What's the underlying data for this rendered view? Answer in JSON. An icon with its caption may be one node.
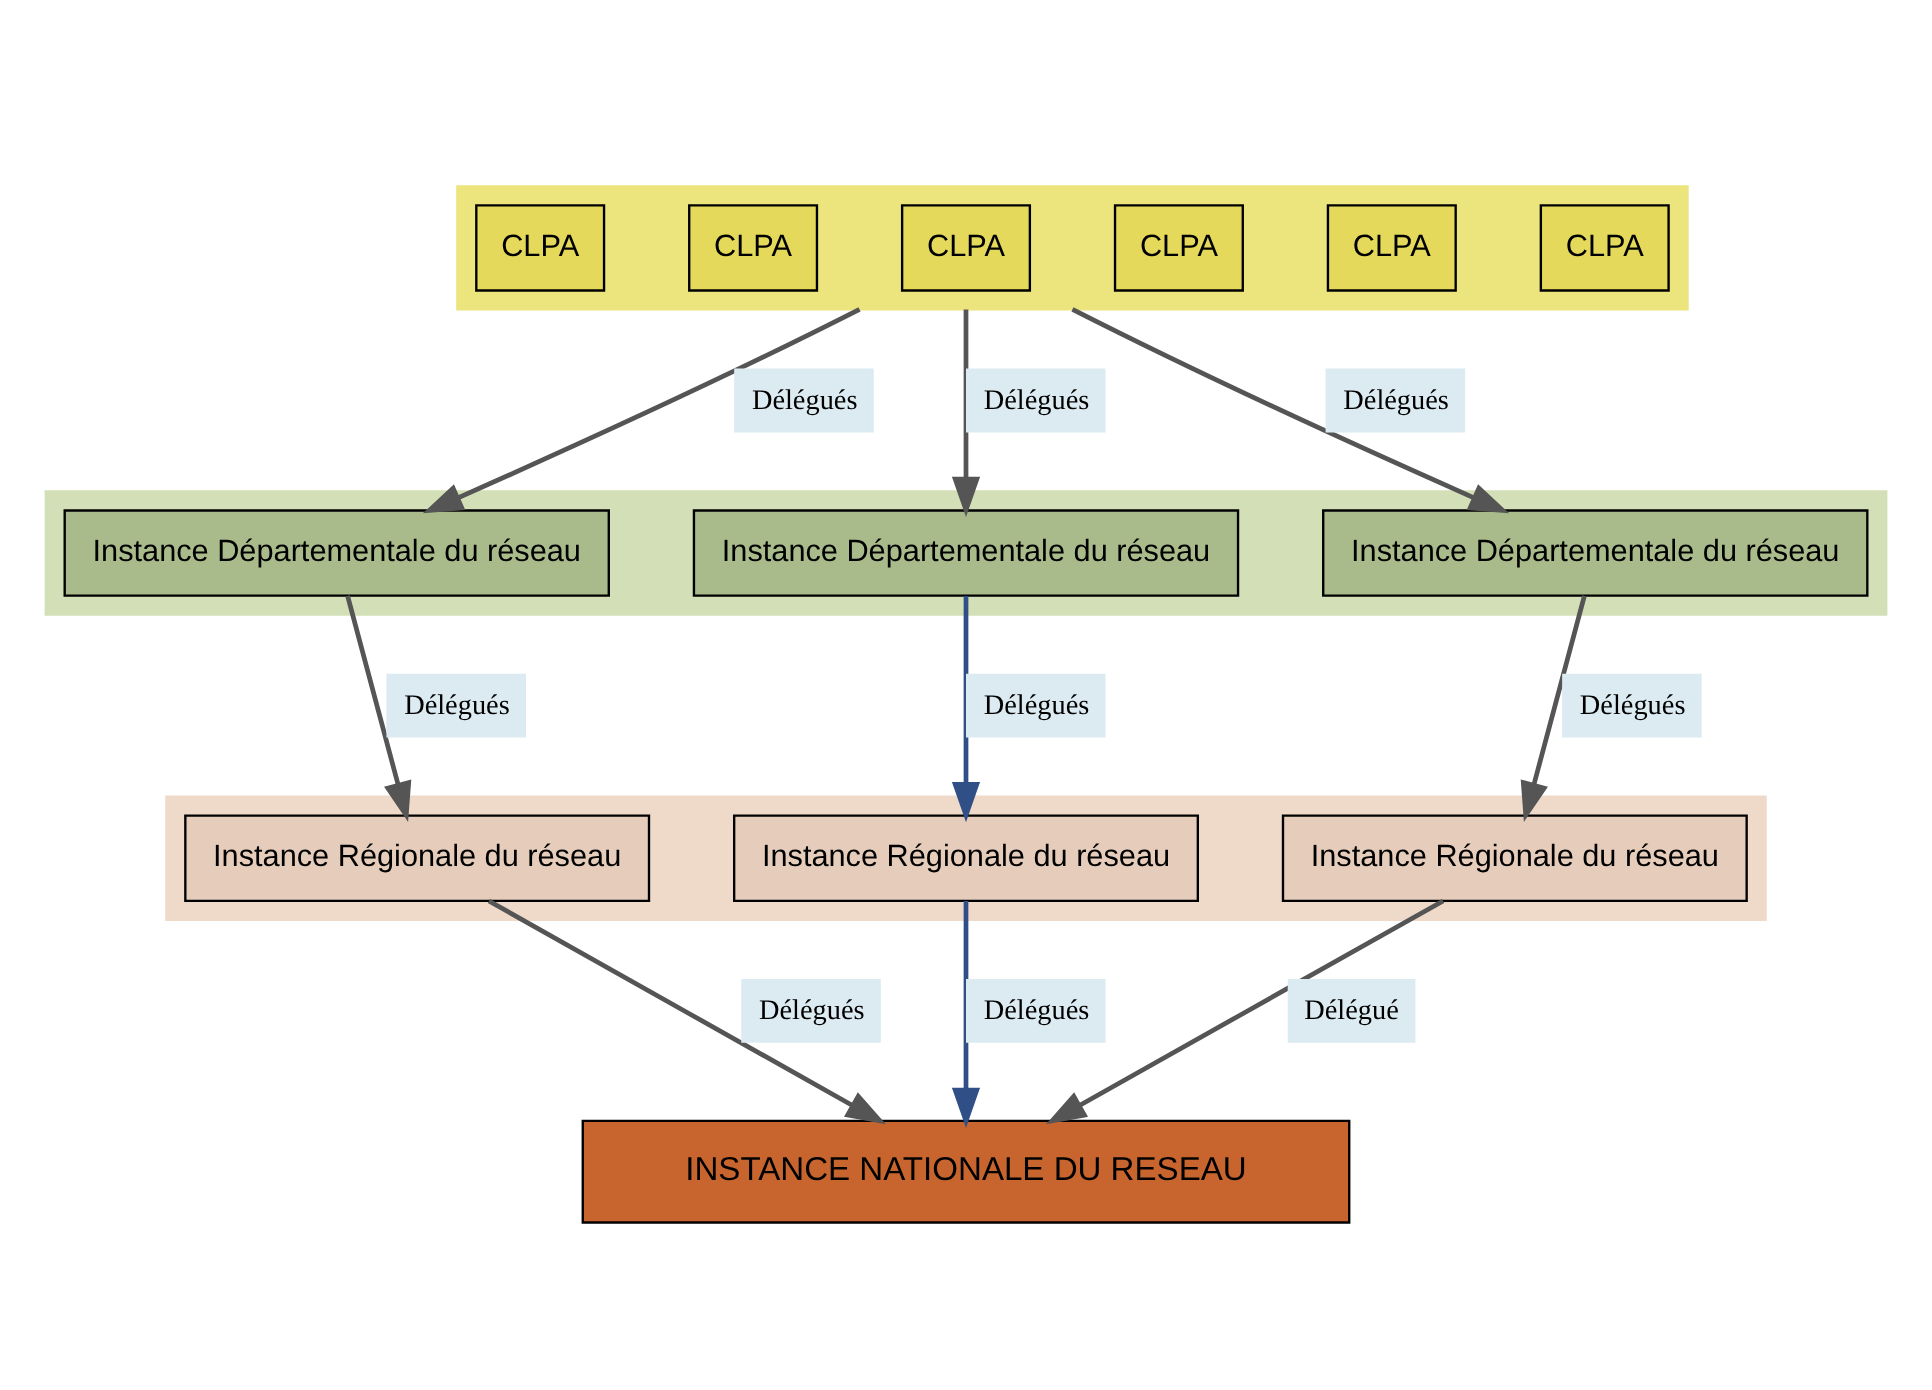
{
  "diagram": {
    "nodes": [
      {
        "text": [],
        "shape": "bar"
      },
      {
        "text": [
          "CLPA"
        ],
        "in": 0
      },
      {
        "text": [
          "CLPA"
        ],
        "in": 0
      },
      {
        "text": [
          "CLPA"
        ],
        "in": 0
      },
      {
        "text": [
          "CLPA"
        ],
        "in": 0
      },
      {
        "text": [
          "CLPA"
        ],
        "in": 0
      },
      {
        "text": [
          "CLPA"
        ],
        "in": 0
      },
      {
        "text": [],
        "shape": "bar"
      },
      {
        "text": [
          "Instance Départementale du réseau"
        ],
        "in": 7
      },
      {
        "text": [
          "Instance Départementale du réseau"
        ],
        "in": 7
      },
      {
        "text": [
          "Instance Départementale du réseau"
        ],
        "in": 7
      },
      {
        "text": [],
        "shape": "bar"
      },
      {
        "text": [
          "Instance Régionale du réseau"
        ],
        "in": 11
      },
      {
        "text": [
          "Instance Régionale du réseau"
        ],
        "in": 11
      },
      {
        "text": [
          "Instance Régionale du réseau"
        ],
        "in": 11
      },
      {
        "text": [
          "INSTANCE NATIONALE DU RESEAU"
        ]
      }
    ],
    "edges": [
      {
        "from": 0,
        "to": 8,
        "arrow": "to",
        "label": "Délégués"
      },
      {
        "from": 0,
        "to": 9,
        "arrow": "to",
        "label": "Délégués"
      },
      {
        "from": 0,
        "to": 10,
        "arrow": "to",
        "label": "Délégués"
      },
      {
        "from": 8,
        "to": 12,
        "arrow": "to",
        "label": "Délégués"
      },
      {
        "from": 9,
        "to": 13,
        "arrow": "to",
        "label": "Délégués",
        "color": "#2f4f86"
      },
      {
        "from": 10,
        "to": 14,
        "arrow": "to",
        "label": "Délégués"
      },
      {
        "from": 12,
        "to": 15,
        "arrow": "to",
        "label": "Délégués"
      },
      {
        "from": 13,
        "to": 15,
        "arrow": "to",
        "label": "Délégués",
        "color": "#2f4f86"
      },
      {
        "from": 14,
        "to": 15,
        "arrow": "to",
        "label": "Délégué"
      }
    ]
  }
}
